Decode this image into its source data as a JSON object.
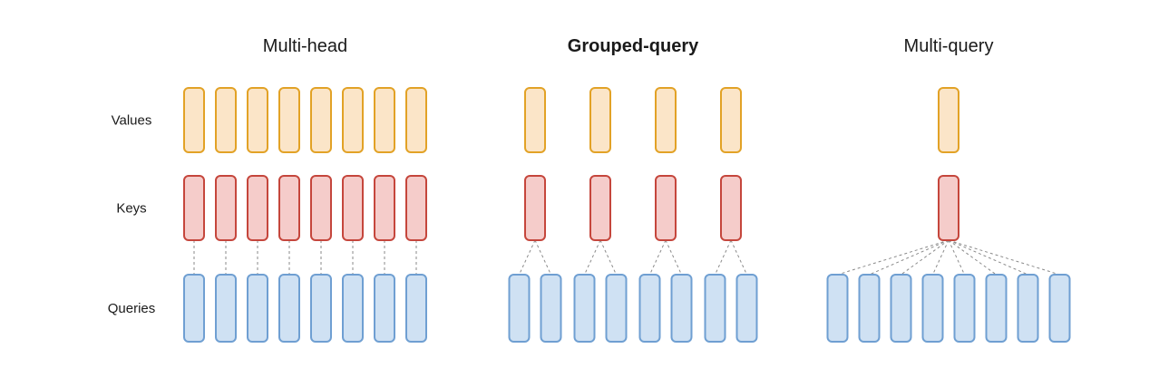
{
  "diagram": {
    "row_labels": [
      "Values",
      "Keys",
      "Queries"
    ],
    "columns": [
      {
        "title": "Multi-head",
        "bold": false,
        "kv_count": 8,
        "query_count": 8,
        "group_size": 1
      },
      {
        "title": "Grouped-query",
        "bold": true,
        "kv_count": 4,
        "query_count": 8,
        "group_size": 2
      },
      {
        "title": "Multi-query",
        "bold": false,
        "kv_count": 1,
        "query_count": 8,
        "group_size": 8
      }
    ],
    "colors": {
      "values_fill": "#FBE5C8",
      "values_border": "#E2A226",
      "keys_fill": "#F5CCCA",
      "keys_border": "#C5463C",
      "queries_fill": "#CFE1F3",
      "queries_border": "#6F9FD2",
      "link_line": "#8a8a8a",
      "text": "#1a1a1a"
    }
  }
}
